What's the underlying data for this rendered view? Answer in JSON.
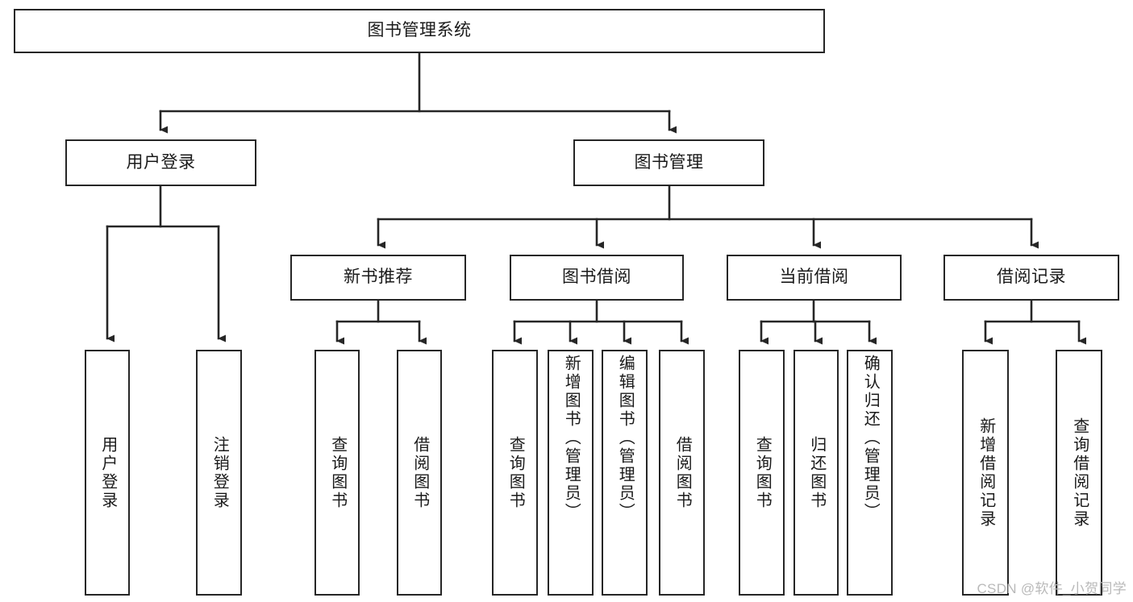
{
  "diagram": {
    "type": "tree-hierarchy",
    "title": "图书管理系统",
    "watermark": "CSDN @软件_小贺同学",
    "colors": {
      "box_border": "#262626",
      "box_fill": "#ffffff",
      "connector": "#262626",
      "text": "#1a1a1a",
      "watermark": "#b9b9b9",
      "background": "#ffffff"
    },
    "levels": {
      "root": {
        "id": "root",
        "label": "图书管理系统"
      },
      "level2": [
        {
          "id": "user-login",
          "label": "用户登录"
        },
        {
          "id": "book-manage",
          "label": "图书管理"
        }
      ],
      "level3": [
        {
          "id": "new-book-recommend",
          "label": "新书推荐",
          "parent": "book-manage"
        },
        {
          "id": "book-borrow",
          "label": "图书借阅",
          "parent": "book-manage"
        },
        {
          "id": "current-borrow",
          "label": "当前借阅",
          "parent": "book-manage"
        },
        {
          "id": "borrow-record",
          "label": "借阅记录",
          "parent": "book-manage"
        }
      ],
      "leaves": [
        {
          "id": "leaf-user-login",
          "label": "用户登录",
          "parent": "user-login"
        },
        {
          "id": "leaf-user-logout",
          "label": "注销登录",
          "parent": "user-login"
        },
        {
          "id": "leaf-query-book-1",
          "label": "查询图书",
          "parent": "new-book-recommend"
        },
        {
          "id": "leaf-borrow-book-1",
          "label": "借阅图书",
          "parent": "new-book-recommend"
        },
        {
          "id": "leaf-query-book-2",
          "label": "查询图书",
          "parent": "book-borrow"
        },
        {
          "id": "leaf-add-book",
          "label": "新增图书（管理员）",
          "parent": "book-borrow"
        },
        {
          "id": "leaf-edit-book",
          "label": "编辑图书（管理员）",
          "parent": "book-borrow"
        },
        {
          "id": "leaf-borrow-book-2",
          "label": "借阅图书",
          "parent": "book-borrow"
        },
        {
          "id": "leaf-query-book-3",
          "label": "查询图书",
          "parent": "current-borrow"
        },
        {
          "id": "leaf-return-book",
          "label": "归还图书",
          "parent": "current-borrow"
        },
        {
          "id": "leaf-confirm-return",
          "label": "确认归还（管理员）",
          "parent": "current-borrow"
        },
        {
          "id": "leaf-add-record",
          "label": "新增借阅记录",
          "parent": "borrow-record"
        },
        {
          "id": "leaf-query-record",
          "label": "查询借阅记录",
          "parent": "borrow-record"
        }
      ]
    }
  }
}
